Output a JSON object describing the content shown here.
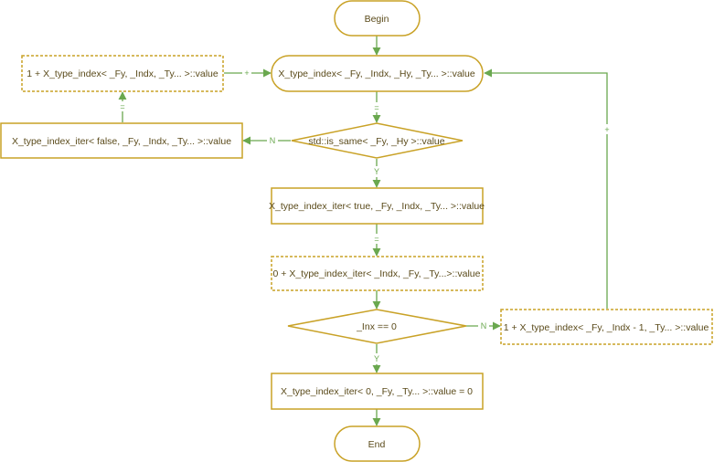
{
  "nodes": {
    "begin": "Begin",
    "main": "X_type_index< _Fy, _Indx, _Hy, _Ty... >::value",
    "one_plus_index": "1 + X_type_index< _Fy, _Indx, _Ty... >::value",
    "iter_false": "X_type_index_iter< false, _Fy, _Indx, _Ty... >::value",
    "is_same": "std::is_same< _Fy, _Hy >::value",
    "iter_true": "X_type_index_iter< true, _Fy, _Indx, _Ty... >::value",
    "zero_plus_iter": "0 + X_type_index_iter< _Indx, _Fy, _Ty...>::value",
    "inx_eq_zero": "_Inx == 0",
    "one_plus_dec": "1 + X_type_index< _Fy, _Indx - 1, _Ty... >::value",
    "iter_zero": "X_type_index_iter< 0, _Fy, _Ty... >::value = 0",
    "end": "End"
  },
  "edges": {
    "plus_top": "+",
    "eq_left": "=",
    "eq_main": "=",
    "n_same": "N",
    "y_same": "Y",
    "eq_true": "=",
    "n_inx": "N",
    "y_inx": "Y",
    "plus_right": "+"
  },
  "colors": {
    "node_border": "#c9a227",
    "edge": "#6aa84f",
    "text": "#5a4a1a"
  }
}
